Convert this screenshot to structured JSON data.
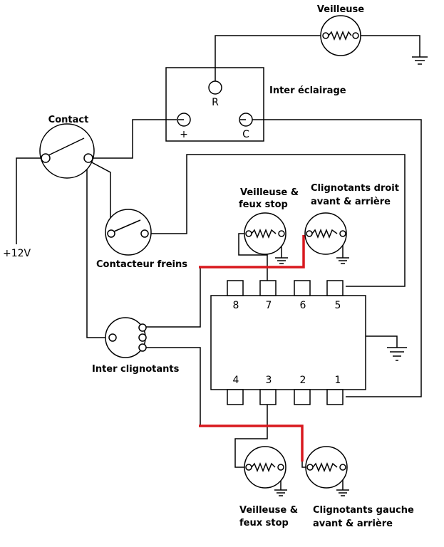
{
  "labels": {
    "veilleuse_top": "Veilleuse",
    "inter_eclairage": "Inter éclairage",
    "contact": "Contact",
    "plus12v": "+12V",
    "contacteur_freins": "Contacteur freins",
    "inter_clignotants": "Inter clignotants",
    "lamp_top_left_l1": "Veilleuse &",
    "lamp_top_left_l2": "feux stop",
    "lamp_top_right_l1": "Clignotants droit",
    "lamp_top_right_l2": "avant & arrière",
    "lamp_bottom_left_l1": "Veilleuse &",
    "lamp_bottom_left_l2": "feux stop",
    "lamp_bottom_right_l1": "Clignotants gauche",
    "lamp_bottom_right_l2": "avant & arrière"
  },
  "switch_terminals": {
    "r": "R",
    "plus": "+",
    "c": "C"
  },
  "pins_top": [
    "8",
    "7",
    "6",
    "5"
  ],
  "pins_bottom": [
    "4",
    "3",
    "2",
    "1"
  ],
  "colors": {
    "wire": "#000000",
    "highlight": "#d9181e"
  }
}
